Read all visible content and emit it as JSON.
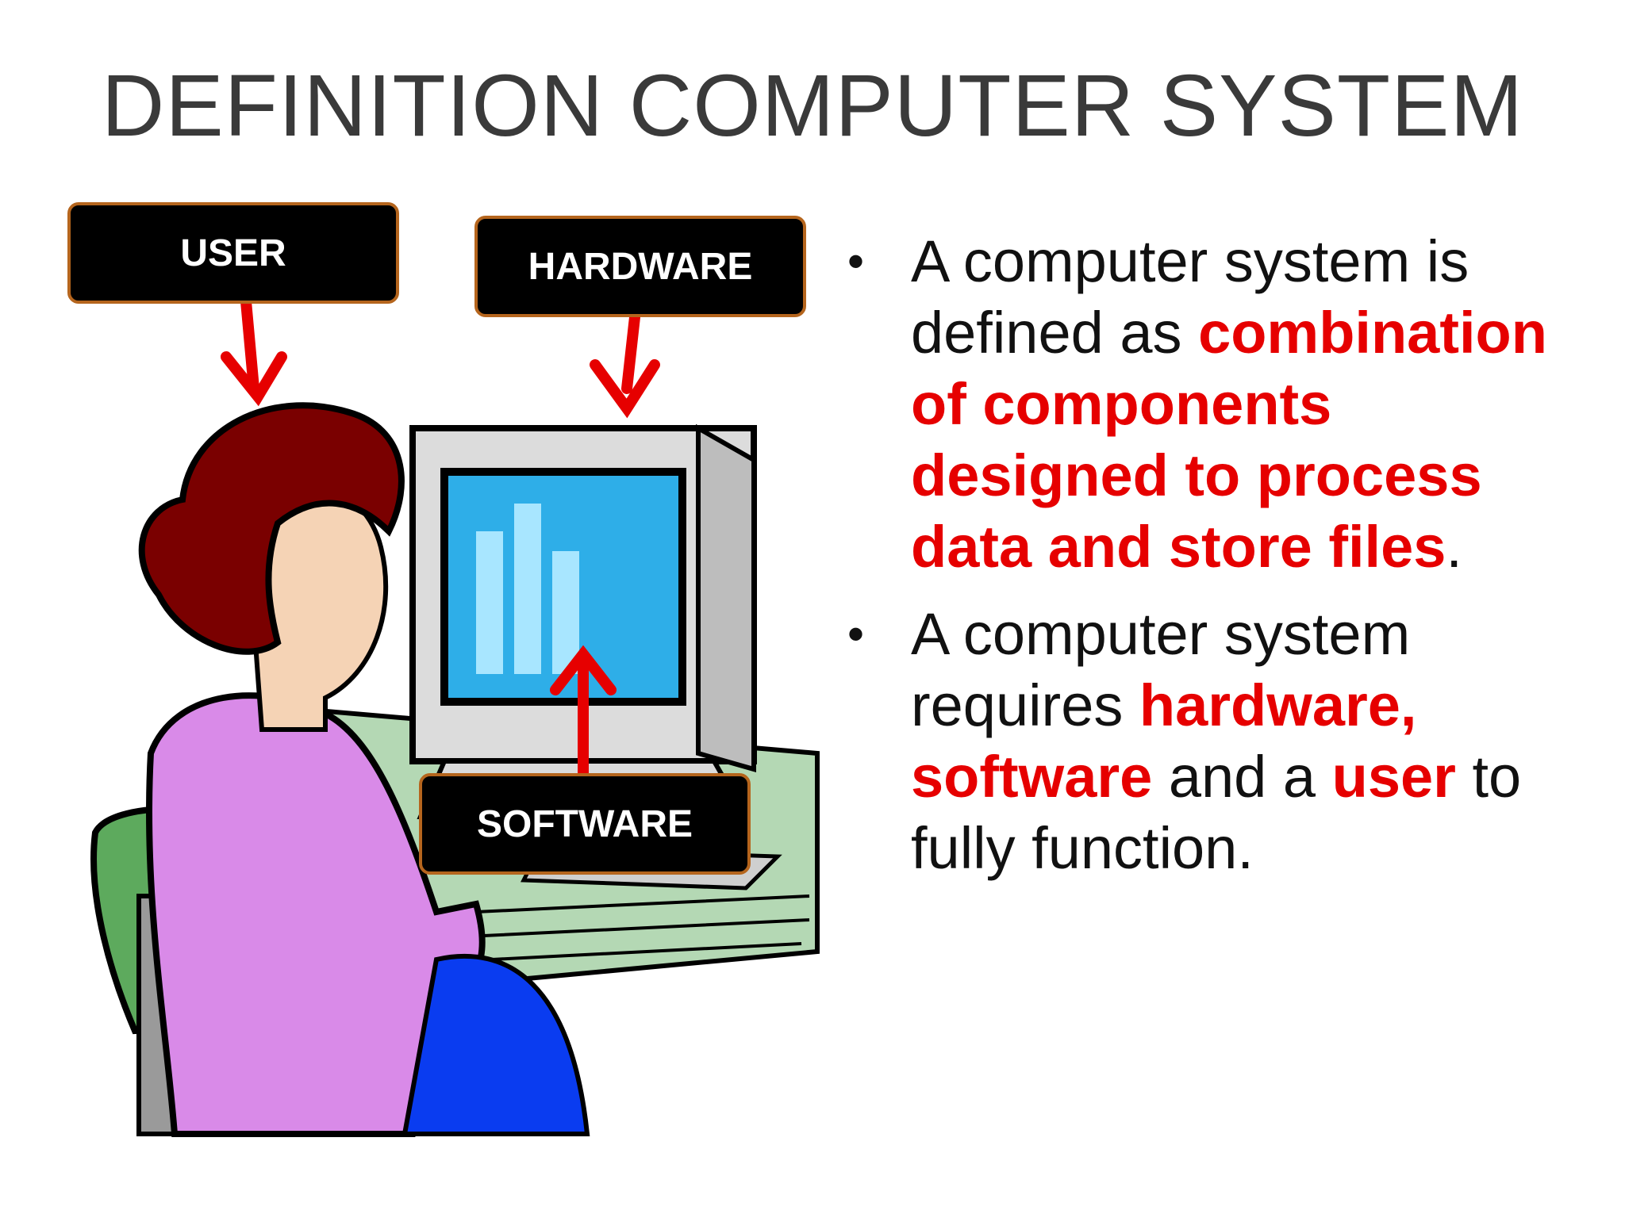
{
  "title": "DEFINITION COMPUTER SYSTEM",
  "labels": {
    "user": "USER",
    "hardware": "HARDWARE",
    "software": "SOFTWARE"
  },
  "bullets": [
    {
      "t1": "A computer system is defined as ",
      "r1": "combination of components designed to process data and store files",
      "t2": "."
    },
    {
      "t1": "A computer system requires ",
      "r1": "hardware, software",
      "t2": " and a ",
      "r2": "user",
      "t3": " to fully function."
    }
  ],
  "colors": {
    "accent": "#e60000",
    "label_bg": "#000000",
    "label_border": "#b5651d",
    "title": "#3a3a3a"
  },
  "icons": [
    "woman-at-computer-illustration",
    "arrow-down-icon",
    "arrow-up-icon"
  ]
}
